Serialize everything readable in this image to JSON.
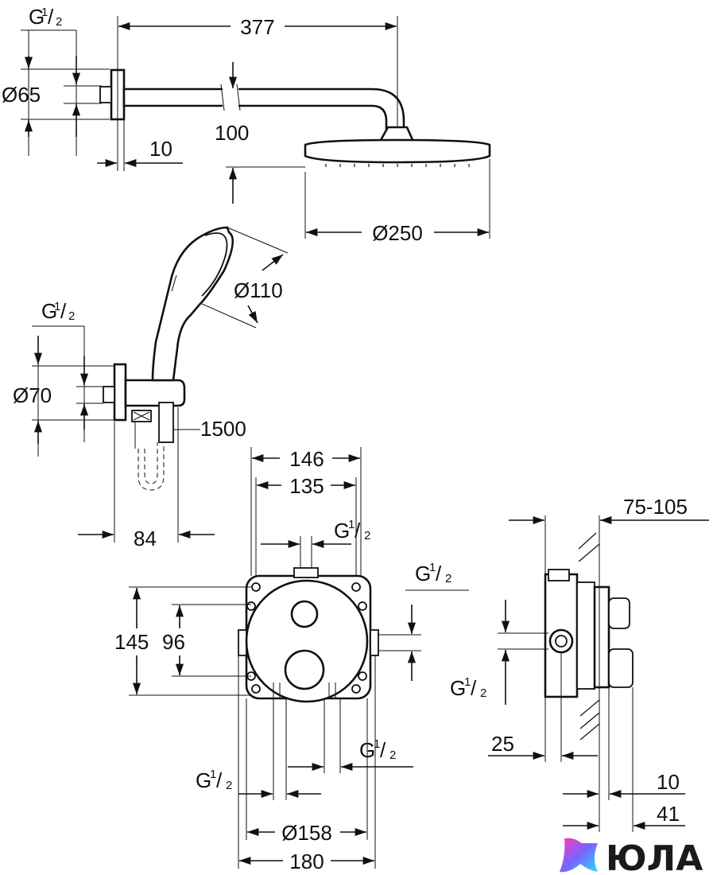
{
  "overhead_shower": {
    "length": "377",
    "thread": "G",
    "thread_frac_num": "1",
    "thread_frac_den": "2",
    "flange_diameter": "Ø65",
    "arm_drop": "100",
    "flange_depth": "10",
    "head_diameter": "Ø250"
  },
  "hand_shower": {
    "head_diameter": "Ø110",
    "thread": "G",
    "thread_frac_num": "1",
    "thread_frac_den": "2",
    "flange_diameter": "Ø70",
    "hose_length": "1500",
    "projection": "84"
  },
  "thermostat_front": {
    "width_outer": "146",
    "width_inner": "135",
    "height_outer": "145",
    "height_inner": "96",
    "top_outlet": {
      "thread": "G",
      "num": "1",
      "den": "2"
    },
    "right_outlet": {
      "thread": "G",
      "num": "1",
      "den": "2"
    },
    "bottom_right_inlet": {
      "thread": "G",
      "num": "1",
      "den": "2"
    },
    "bottom_left_inlet": {
      "thread": "G",
      "num": "1",
      "den": "2"
    },
    "rosette_diameter": "Ø158",
    "rosette_width": "180"
  },
  "thermostat_side": {
    "wall_range": "75-105",
    "thread": "G",
    "thread_num": "1",
    "thread_den": "2",
    "depth_a": "25",
    "depth_b": "10",
    "depth_c": "41"
  },
  "logo": {
    "text": "ЮЛА",
    "colors": [
      "#ff3cac",
      "#7b61ff",
      "#2bd9fe"
    ]
  }
}
